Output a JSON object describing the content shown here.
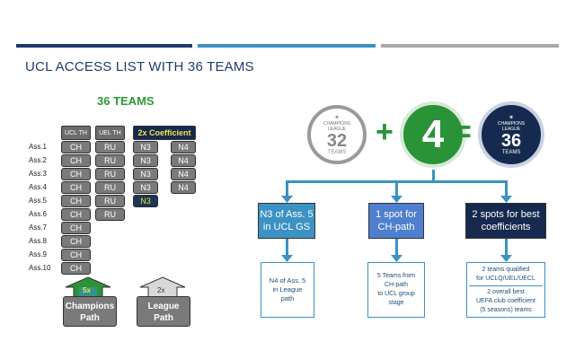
{
  "title": "UCL ACCESS LIST WITH 36 TEAMS",
  "teams_title": "36 TEAMS",
  "headers": {
    "ucl_th": "UCL TH",
    "uel_th": "UEL TH",
    "coefficient": "2x Coefficient"
  },
  "rows": [
    {
      "label": "Ass.1",
      "ch": "CH",
      "ru": "RU",
      "n3": "N3",
      "n4": "N4"
    },
    {
      "label": "Ass.2",
      "ch": "CH",
      "ru": "RU",
      "n3": "N3",
      "n4": "N4"
    },
    {
      "label": "Ass.3",
      "ch": "CH",
      "ru": "RU",
      "n3": "N3",
      "n4": "N4"
    },
    {
      "label": "Ass.4",
      "ch": "CH",
      "ru": "RU",
      "n3": "N3",
      "n4": "N4"
    },
    {
      "label": "Ass.5",
      "ch": "CH",
      "ru": "RU",
      "n3": "N3"
    },
    {
      "label": "Ass.6",
      "ch": "CH",
      "ru": "RU"
    },
    {
      "label": "Ass.7",
      "ch": "CH"
    },
    {
      "label": "Ass.8",
      "ch": "CH"
    },
    {
      "label": "Ass.9",
      "ch": "CH"
    },
    {
      "label": "Ass.10",
      "ch": "CH"
    }
  ],
  "paths": {
    "champions": {
      "multiplier": "5x",
      "line1": "Champions",
      "line2": "Path"
    },
    "league": {
      "multiplier": "2x",
      "line1": "League",
      "line2": "Path"
    }
  },
  "equation": {
    "left": {
      "logo_line1": "CHAMPIONS",
      "logo_line2": "LEAGUE",
      "number": "32",
      "caption": "TEAMS"
    },
    "plus": "+",
    "middle": "4",
    "equals": "=",
    "right": {
      "logo_line1": "CHAMPIONS",
      "logo_line2": "LEAGUE",
      "number": "36",
      "caption": "TEAMS"
    }
  },
  "boxes": [
    {
      "line1": "N3 of Ass. 5",
      "line2": "in UCL GS"
    },
    {
      "line1": "1 spot for",
      "line2": "CH-path"
    },
    {
      "line1": "2 spots for best",
      "line2": "coefficients"
    }
  ],
  "outputs": [
    {
      "lines": [
        "N4 of Ass. 5",
        "in League",
        "path"
      ]
    },
    {
      "lines": [
        "5 Teams from",
        "CH-path",
        "to UCL group",
        "stage"
      ]
    },
    {
      "part1": [
        "2 teams qualified",
        "for UCLQ/UEL/UECL"
      ],
      "part2": [
        "2 overall best",
        "UEFA club coefficient",
        "(5 seasons) teams"
      ]
    }
  ],
  "colors": {
    "title": "#1f3b6e",
    "green": "#2a9337",
    "navy": "#162a4f",
    "flow": "#3b92c3",
    "gray_box": "#7a7a7a"
  }
}
